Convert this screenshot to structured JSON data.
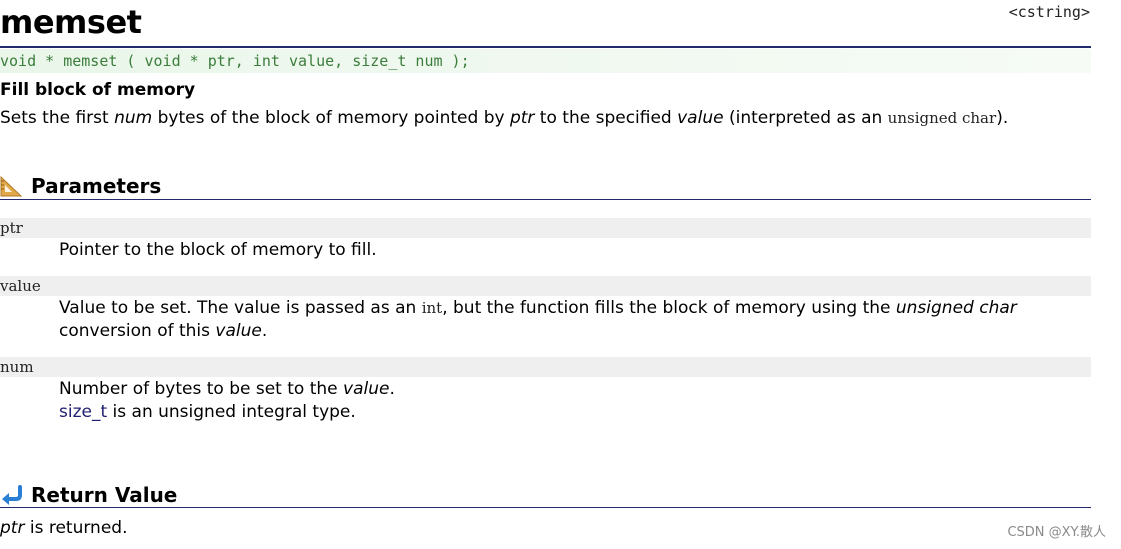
{
  "title": "memset",
  "header_link": "<cstring>",
  "prototype": "void * memset ( void * ptr, int value, size_t num );",
  "summary_title": "Fill block of memory",
  "description": {
    "p1": "Sets the first ",
    "em1": "num",
    "p2": " bytes of the block of memory pointed by ",
    "em2": "ptr",
    "p3": " to the specified ",
    "em3": "value",
    "p4": " (interpreted as an ",
    "code1": "unsigned char",
    "p5": ")."
  },
  "parameters": {
    "heading": "Parameters",
    "ptr": {
      "name": "ptr",
      "desc": "Pointer to the block of memory to fill."
    },
    "value": {
      "name": "value",
      "d1": "Value to be set. The value is passed as an ",
      "code": "int",
      "d2": ", but the function fills the block of memory using the ",
      "em": "unsigned char",
      "d3": "conversion of this ",
      "em2": "value",
      "d4": "."
    },
    "num": {
      "name": "num",
      "d1": "Number of bytes to be set to the ",
      "em": "value",
      "d2": ".",
      "link": "size_t",
      "d3": " is an unsigned integral type."
    }
  },
  "return_value": {
    "heading": "Return Value",
    "em": "ptr",
    "text": " is returned."
  },
  "watermark": "CSDN @XY.散人",
  "colors": {
    "rule": "#232a6e",
    "prototype_text": "#3b7d3b",
    "param_bg": "#efefef",
    "link": "#202070"
  }
}
